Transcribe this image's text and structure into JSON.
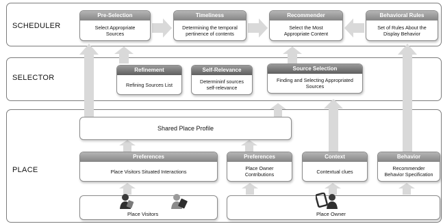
{
  "layers": {
    "scheduler": "SCHEDULER",
    "selector": "SELECTOR",
    "place": "PLACE"
  },
  "scheduler": {
    "preselection": {
      "title": "Pre-Selection",
      "body": "Select Appropriate\nSources"
    },
    "timeliness": {
      "title": "Timeliness",
      "body": "Determining the temporal\npertinence of contents"
    },
    "recommender": {
      "title": "Recommender",
      "body": "Select the Most\nAppropriate Content"
    },
    "behavioral_rules": {
      "title": "Behavioral Rules",
      "body": "Set of Rules About the\nDisplay Behavior"
    }
  },
  "selector": {
    "refinement": {
      "title": "Refinement",
      "body": "Refining Sources List"
    },
    "self_relevance": {
      "title": "Self-Relevance",
      "body": "Determininf sources\nself-relevance"
    },
    "source_selection": {
      "title": "Source Selection",
      "body": "Finding and Selecting Appropriated\nSources"
    }
  },
  "place": {
    "shared_profile": "Shared Place Profile",
    "visitor_prefs": {
      "title": "Preferences",
      "body": "Place Visitors Situated Interactions"
    },
    "owner_prefs": {
      "title": "Preferences",
      "body": "Place Owner\nContributions"
    },
    "context": {
      "title": "Context",
      "body": "Contextual clues"
    },
    "behavior": {
      "title": "Behavior",
      "body": "Recommender\nBehavior Specification"
    },
    "visitors": "Place Visitors",
    "owner": "Place Owner"
  }
}
